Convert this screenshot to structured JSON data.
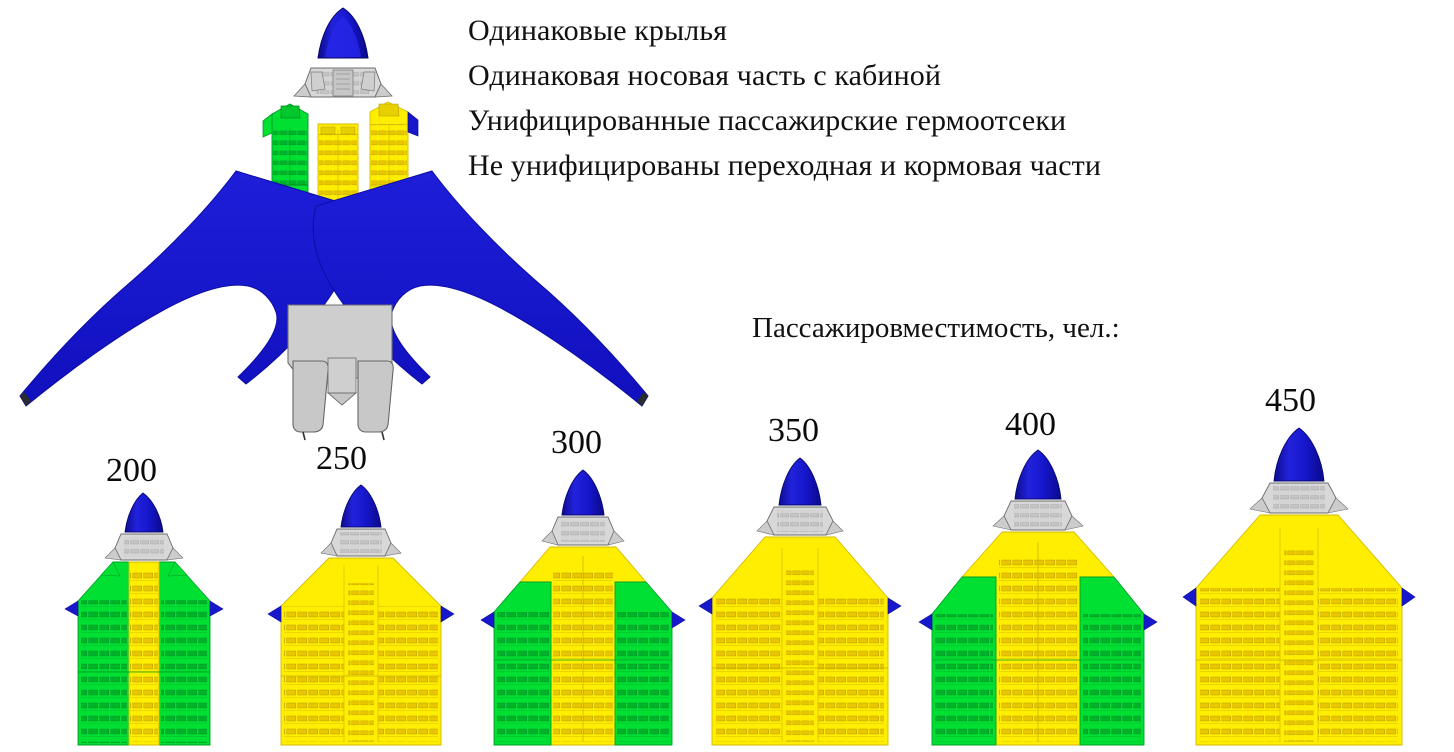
{
  "annotations": {
    "lines": [
      "Одинаковые крылья",
      "Одинаковая носовая часть с кабиной",
      "Унифицированные пассажирские гермоотсеки",
      "Не унифицированы переходная и кормовая части"
    ]
  },
  "capacity": {
    "title": "Пассажировместимость, чел.:",
    "variants": [
      {
        "label": "200",
        "seats": 200,
        "scheme": "green-yellow-green"
      },
      {
        "label": "250",
        "seats": 250,
        "scheme": "all-yellow"
      },
      {
        "label": "300",
        "seats": 300,
        "scheme": "green-yellow-green"
      },
      {
        "label": "350",
        "seats": 350,
        "scheme": "all-yellow"
      },
      {
        "label": "400",
        "seats": 400,
        "scheme": "green-yellow-green"
      },
      {
        "label": "450",
        "seats": 450,
        "scheme": "all-yellow"
      }
    ]
  },
  "exploded_view": {
    "parts": [
      {
        "name": "nose-cone",
        "color": "#1717CC"
      },
      {
        "name": "cockpit-transition",
        "color": "#CFCFCF"
      },
      {
        "name": "cabin-module-green",
        "color": "#00E033"
      },
      {
        "name": "cabin-module-yellow-short",
        "color": "#FFEE00"
      },
      {
        "name": "cabin-module-yellow-long",
        "color": "#FFEE00"
      },
      {
        "name": "wing-left",
        "color": "#1717CC"
      },
      {
        "name": "wing-right",
        "color": "#1717CC"
      },
      {
        "name": "aft-section",
        "color": "#C9C9C9"
      }
    ]
  },
  "colors": {
    "blue": "#1717CC",
    "blue_dark": "#0A0A9B",
    "green": "#00E033",
    "green_dark": "#00B52B",
    "yellow": "#FFEE00",
    "yellow_dark": "#E0C800",
    "gray": "#CFCFCF",
    "gray_line": "#5A5A5A",
    "text": "#111111",
    "background": "#FFFFFF"
  }
}
